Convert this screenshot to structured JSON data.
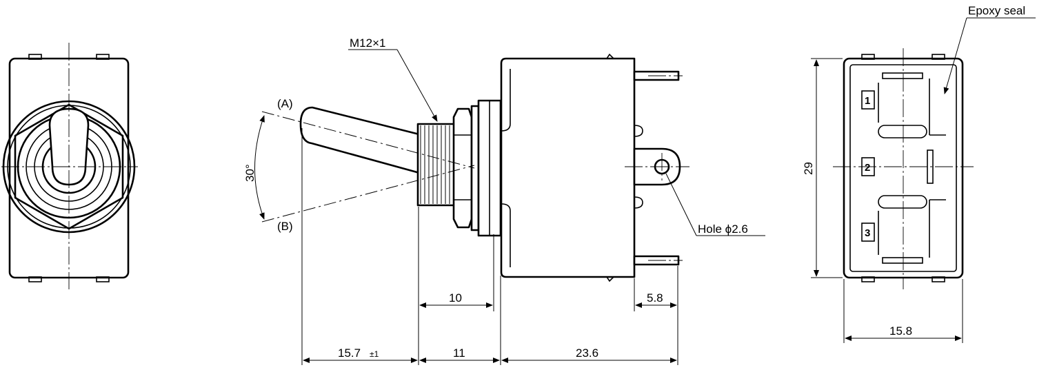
{
  "labels": {
    "thread": "M12×1",
    "position_a": "(A)",
    "position_b": "(B)",
    "angle": "30°",
    "hole": "Hole ϕ2.6",
    "epoxy": "Epoxy seal"
  },
  "dimensions": {
    "lever_length": "15.7",
    "lever_tolerance": "±1",
    "bushing_10": "10",
    "bushing_11": "11",
    "body_depth": "23.6",
    "terminal_5_8": "5.8",
    "height_29": "29",
    "width_15_8": "15.8"
  },
  "terminal_numbers": [
    "1",
    "2",
    "3"
  ]
}
